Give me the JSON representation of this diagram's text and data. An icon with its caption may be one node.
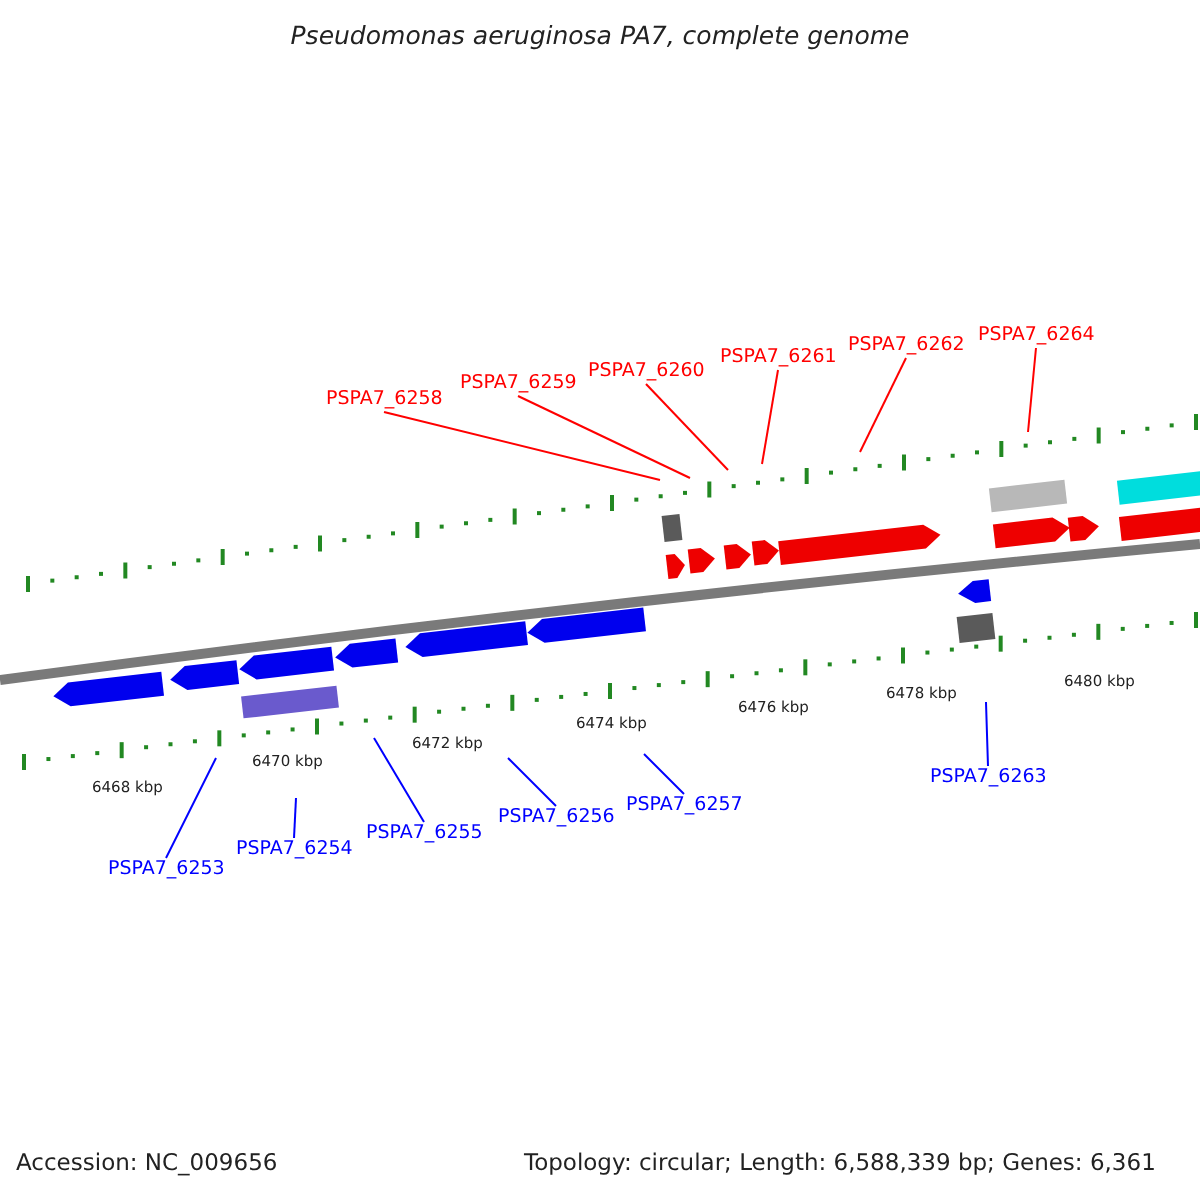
{
  "diagram": {
    "title": "Pseudomonas aeruginosa PA7, complete genome",
    "nodes": [
      {
        "text": [
          "PSPA7_6258"
        ]
      },
      {
        "text": [
          "PSPA7_6259"
        ]
      },
      {
        "text": [
          "PSPA7_6260"
        ]
      },
      {
        "text": [
          "PSPA7_6261"
        ]
      },
      {
        "text": [
          "PSPA7_6262"
        ]
      },
      {
        "text": [
          "PSPA7_6264"
        ]
      },
      {
        "text": [
          "PSPA7_6263"
        ]
      },
      {
        "text": [
          "PSPA7_6257"
        ]
      },
      {
        "text": [
          "PSPA7_6256"
        ]
      },
      {
        "text": [
          "PSPA7_6255"
        ]
      },
      {
        "text": [
          "PSPA7_6254"
        ]
      },
      {
        "text": [
          "PSPA7_6253"
        ]
      }
    ],
    "edges": [
      {
        "from": 0,
        "to": null,
        "arrow": "none",
        "color": "#ff0000"
      },
      {
        "from": 1,
        "to": null,
        "arrow": "none",
        "color": "#ff0000"
      },
      {
        "from": 2,
        "to": null,
        "arrow": "none",
        "color": "#ff0000"
      },
      {
        "from": 3,
        "to": null,
        "arrow": "none",
        "color": "#ff0000"
      },
      {
        "from": 4,
        "to": null,
        "arrow": "none",
        "color": "#ff0000"
      },
      {
        "from": 5,
        "to": null,
        "arrow": "none",
        "color": "#ff0000"
      },
      {
        "from": 6,
        "to": null,
        "arrow": "none",
        "color": "#0000ff"
      },
      {
        "from": 7,
        "to": null,
        "arrow": "none",
        "color": "#0000ff"
      },
      {
        "from": 8,
        "to": null,
        "arrow": "none",
        "color": "#0000ff"
      },
      {
        "from": 9,
        "to": null,
        "arrow": "none",
        "color": "#0000ff"
      },
      {
        "from": 10,
        "to": null,
        "arrow": "none",
        "color": "#0000ff"
      },
      {
        "from": 11,
        "to": null,
        "arrow": "none",
        "color": "#0000ff"
      }
    ],
    "labels": [
      "6468 kbp",
      "6470 kbp",
      "6472 kbp",
      "6474 kbp",
      "6476 kbp",
      "6478 kbp",
      "6480 kbp",
      "Accession: NC_009656",
      "Topology: circular; Length: 6,588,339 bp; Genes: 6,361"
    ]
  }
}
